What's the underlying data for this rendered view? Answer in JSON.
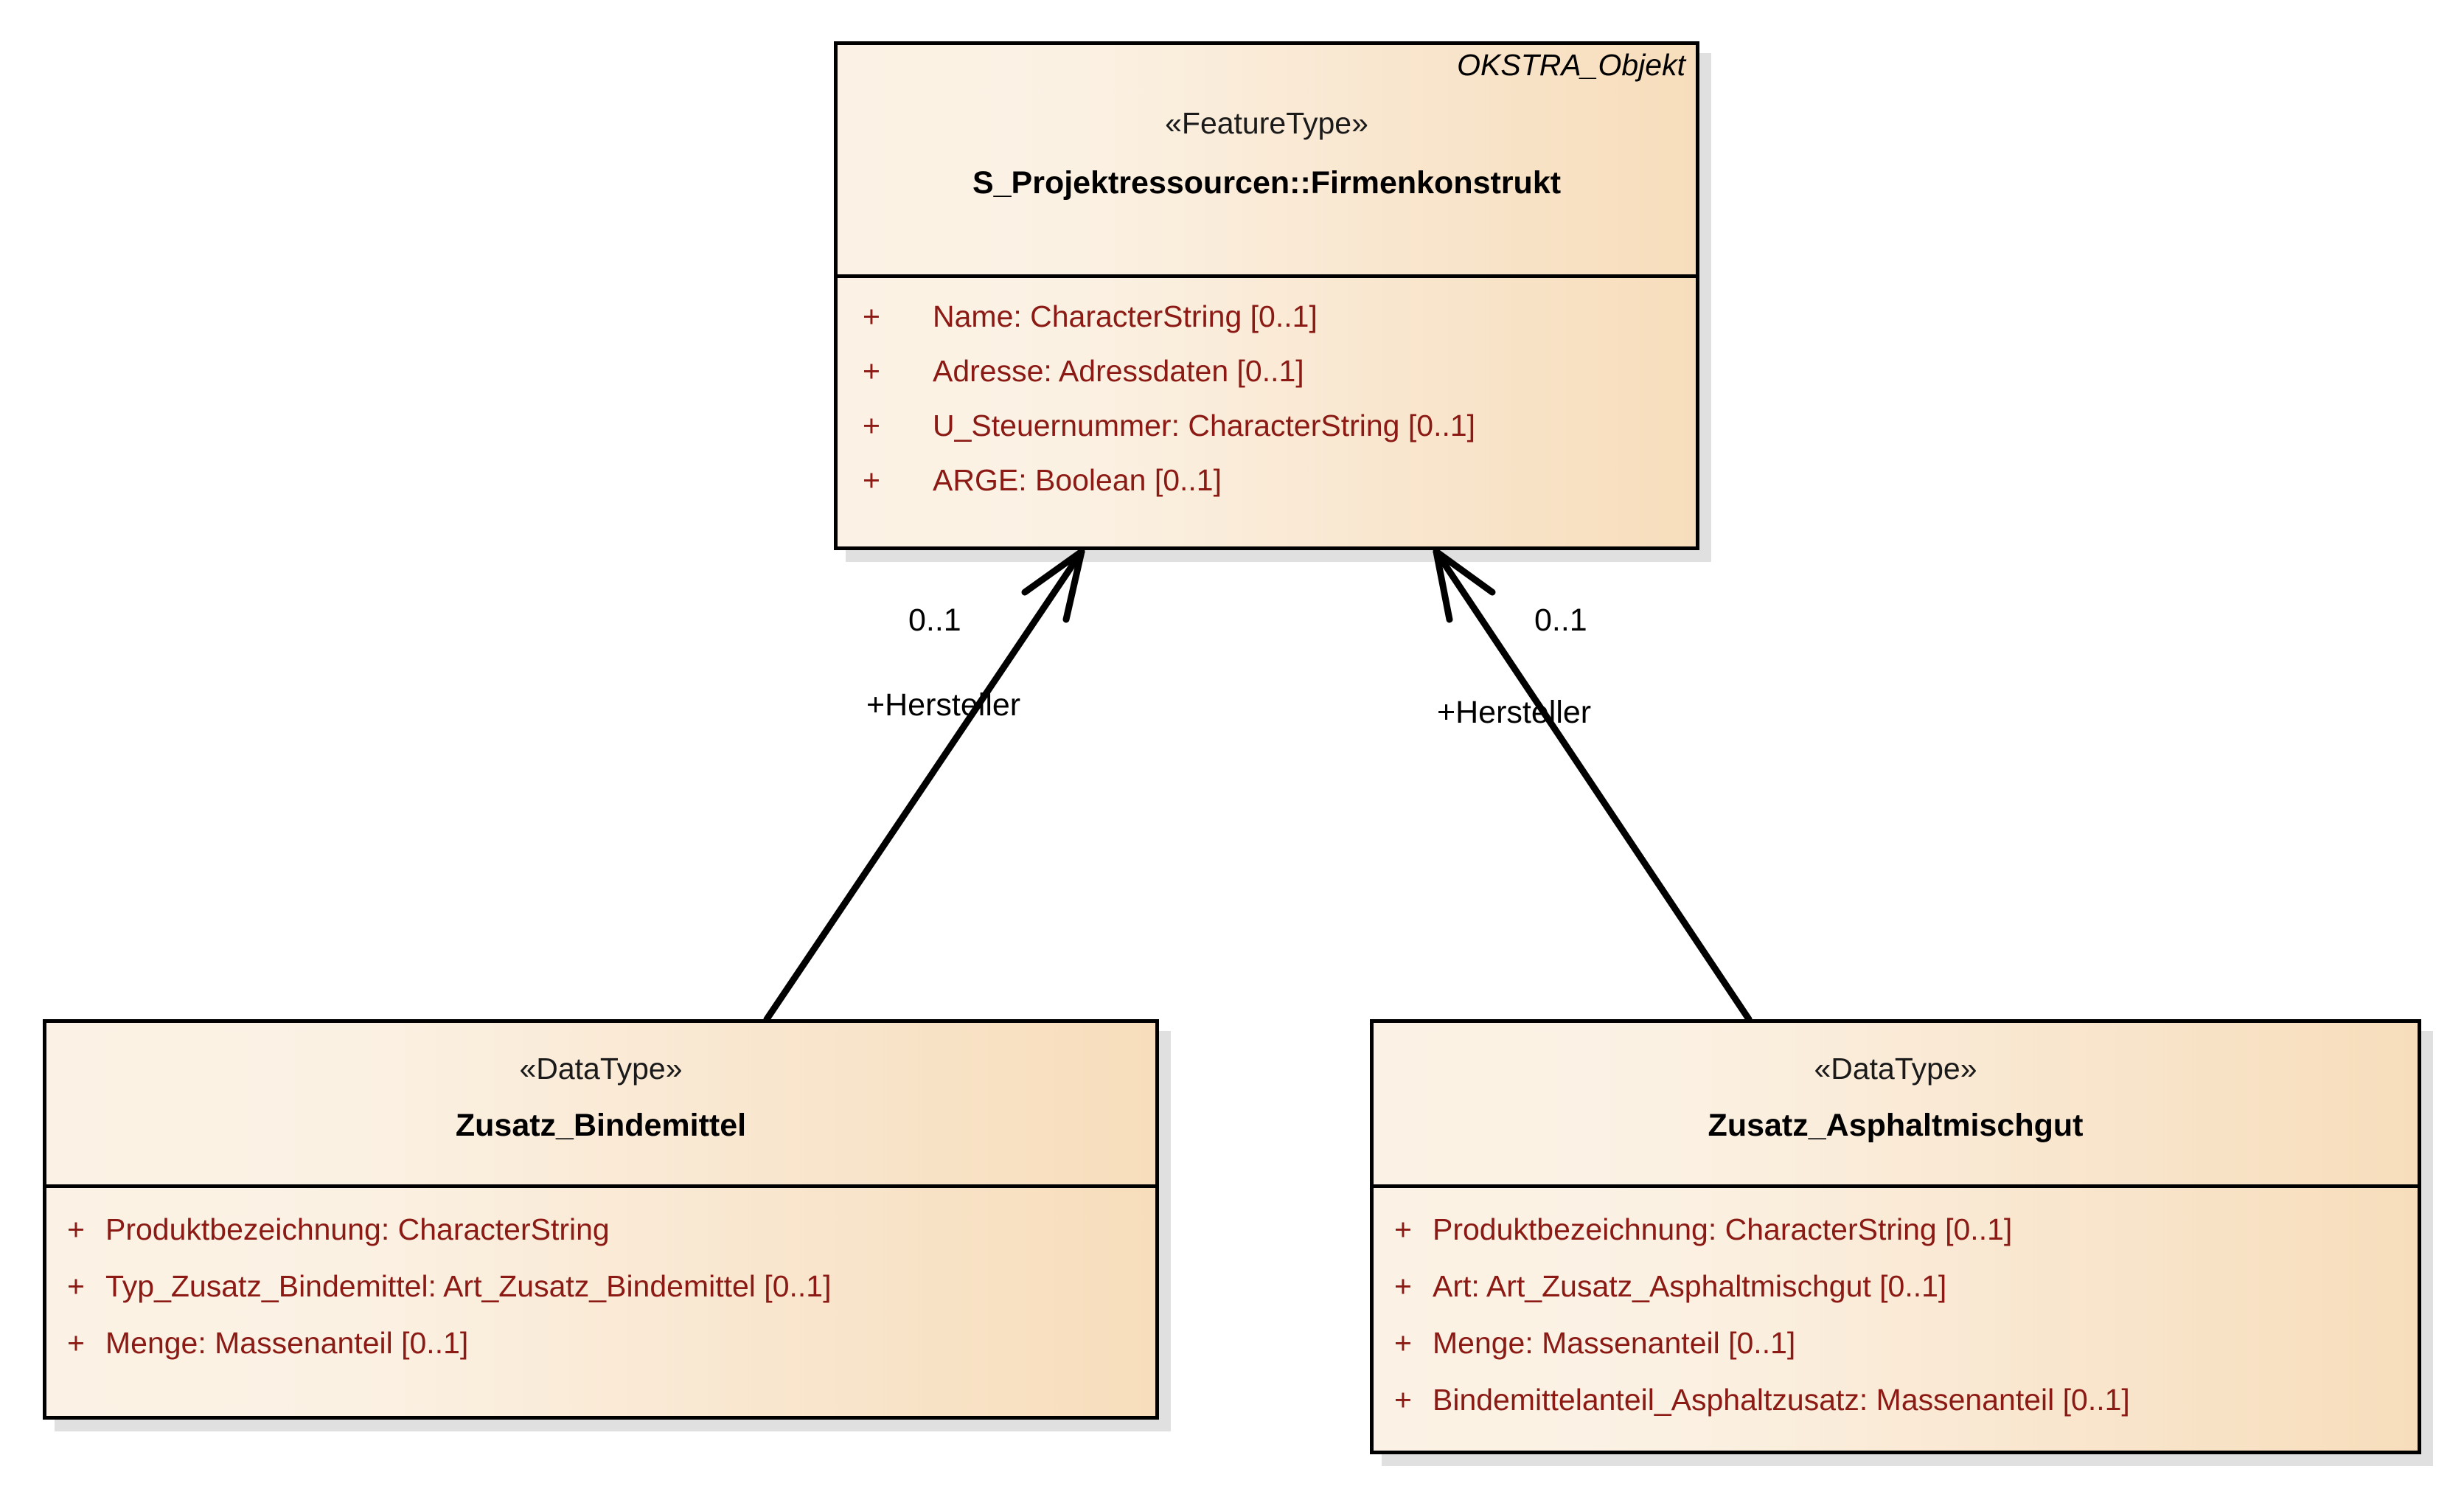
{
  "diagram": {
    "type": "uml-class-diagram",
    "background": "#ffffff",
    "text_color_attribute": "#8B1A14",
    "text_color_title": "#000000",
    "fill_gradient_from": "#fbf2e5",
    "fill_gradient_to": "#f7ddbb",
    "border_color": "#000000"
  },
  "classes": {
    "firmenkonstrukt": {
      "qualified_name": "OKSTRA_Objekt",
      "stereotype": "«FeatureType»",
      "name": "S_Projektressourcen::Firmenkonstrukt",
      "attributes": [
        {
          "visibility": "+",
          "text": "Name: CharacterString [0..1]"
        },
        {
          "visibility": "+",
          "text": "Adresse: Adressdaten [0..1]"
        },
        {
          "visibility": "+",
          "text": "U_Steuernummer: CharacterString [0..1]"
        },
        {
          "visibility": "+",
          "text": "ARGE: Boolean [0..1]"
        }
      ]
    },
    "zusatz_bindemittel": {
      "stereotype": "«DataType»",
      "name": "Zusatz_Bindemittel",
      "attributes": [
        {
          "visibility": "+",
          "text": "Produktbezeichnung: CharacterString"
        },
        {
          "visibility": "+",
          "text": "Typ_Zusatz_Bindemittel: Art_Zusatz_Bindemittel [0..1]"
        },
        {
          "visibility": "+",
          "text": "Menge: Massenanteil [0..1]"
        }
      ]
    },
    "zusatz_asphaltmischgut": {
      "stereotype": "«DataType»",
      "name": "Zusatz_Asphaltmischgut",
      "attributes": [
        {
          "visibility": "+",
          "text": "Produktbezeichnung: CharacterString [0..1]"
        },
        {
          "visibility": "+",
          "text": "Art: Art_Zusatz_Asphaltmischgut [0..1]"
        },
        {
          "visibility": "+",
          "text": "Menge: Massenanteil [0..1]"
        },
        {
          "visibility": "+",
          "text": "Bindemittelanteil_Asphaltzusatz: Massenanteil [0..1]"
        }
      ]
    }
  },
  "associations": [
    {
      "id": "assoc-bindemittel-hersteller",
      "from": "zusatz_bindemittel",
      "to": "firmenkonstrukt",
      "role": "+Hersteller",
      "multiplicity": "0..1",
      "arrow": "open"
    },
    {
      "id": "assoc-asphaltmischgut-hersteller",
      "from": "zusatz_asphaltmischgut",
      "to": "firmenkonstrukt",
      "role": "+Hersteller",
      "multiplicity": "0..1",
      "arrow": "open"
    }
  ]
}
